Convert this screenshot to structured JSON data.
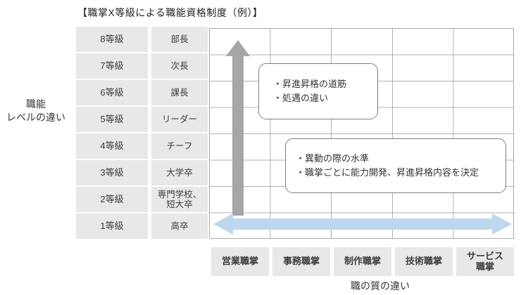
{
  "title": "【職掌X等級による職能資格制度（例）】",
  "y_axis": {
    "label": "職能\nレベルの違い"
  },
  "x_axis": {
    "label": "職の質の違い"
  },
  "grade_table": {
    "rows": [
      {
        "grade": "8等級",
        "role": "部長"
      },
      {
        "grade": "7等級",
        "role": "次長"
      },
      {
        "grade": "6等級",
        "role": "課長"
      },
      {
        "grade": "5等級",
        "role": "リーダー"
      },
      {
        "grade": "4等級",
        "role": "チーフ"
      },
      {
        "grade": "3等級",
        "role": "大学卒"
      },
      {
        "grade": "2等級",
        "role": "専門学校、\n短大卒"
      },
      {
        "grade": "1等級",
        "role": "高卒"
      }
    ]
  },
  "job_categories": [
    "営業職掌",
    "事務職掌",
    "制作職掌",
    "技術職掌",
    "サービス\n職掌"
  ],
  "callouts": [
    {
      "lines": [
        "・昇進昇格の道筋",
        "・処遇の違い"
      ]
    },
    {
      "lines": [
        "・異動の際の水準",
        "・職掌ごとに能力開発、昇進昇格内容を決定"
      ]
    }
  ],
  "grid": {
    "columns": 5,
    "rows": 8
  },
  "colors": {
    "vertical_arrow": "#a6a6a6",
    "horizontal_arrow": "#bdd7ee",
    "cell_bg": "#e8e8e8",
    "grid_line": "#b0b0b0",
    "callout_border": "#7f7f7f"
  }
}
